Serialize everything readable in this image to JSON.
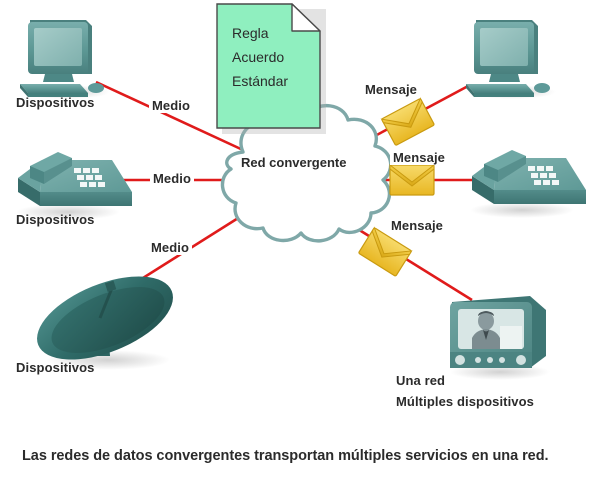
{
  "diagram": {
    "title": "Red convergente",
    "caption": "Las redes de datos convergentes transportan múltiples servicios en una red.",
    "cloud": {
      "label": "Red convergente",
      "outline_color": "#7FA8A8",
      "fill_color": "#FFFFFF"
    },
    "note": {
      "lines": [
        "Regla",
        "Acuerdo",
        "Estándar"
      ],
      "line1": "Regla",
      "line2": "Acuerdo",
      "line3": "Estándar",
      "fill_color": "#8FEFBF",
      "border_color": "#4A4A4A"
    },
    "link_color": "#E01B1B",
    "device_color": "#5E9A99",
    "envelope_color": "#F2C938",
    "left_nodes": [
      {
        "icon": "desktop-computer-icon",
        "label": "Dispositivos",
        "link_label": "Medio"
      },
      {
        "icon": "ip-phone-icon",
        "label": "Dispositivos",
        "link_label": "Medio"
      },
      {
        "icon": "satellite-dish-icon",
        "label": "Dispositivos",
        "link_label": "Medio"
      }
    ],
    "right_nodes": [
      {
        "icon": "desktop-computer-icon",
        "label": "",
        "link_label": "Mensaje"
      },
      {
        "icon": "ip-phone-icon",
        "label": "",
        "link_label": "Mensaje"
      },
      {
        "icon": "television-icon",
        "label_line1": "Una red",
        "label_line2": "Múltiples dispositivos",
        "link_label": "Mensaje"
      }
    ],
    "labels": {
      "medio": "Medio",
      "mensaje": "Mensaje",
      "dispositivos": "Dispositivos",
      "una_red": "Una red",
      "multiples_dispositivos": "Múltiples dispositivos"
    }
  }
}
